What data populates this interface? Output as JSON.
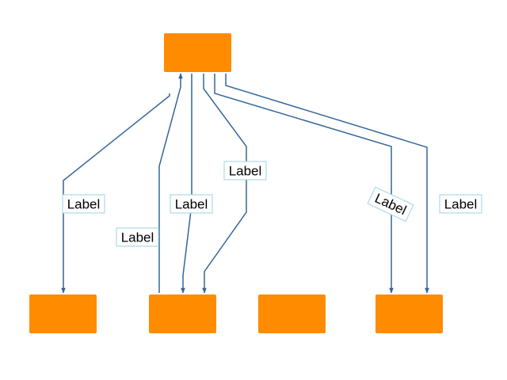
{
  "diagram": {
    "colors": {
      "node_fill": "#ff8c00",
      "edge_stroke": "#336699",
      "label_border": "#add8e6"
    },
    "edges": [
      {
        "label": "Label"
      },
      {
        "label": "Label"
      },
      {
        "label": "Label"
      },
      {
        "label": "Label"
      },
      {
        "label": "Label"
      },
      {
        "label": "Label"
      }
    ]
  }
}
